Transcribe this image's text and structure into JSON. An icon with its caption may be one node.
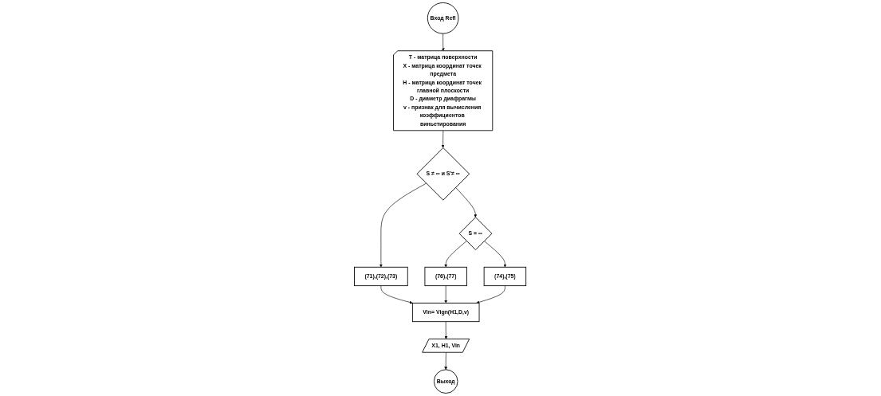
{
  "diagram": {
    "nodes": [
      {
        "text": [
          "Вход Refl"
        ]
      },
      {
        "text": [
          "T - матрица поверхности",
          "X - матрица координат точек предмета",
          "H - матрица координат точек главной плоскости",
          "D - диаметр диафрагмы",
          "v - признак для вычисления коэффициентов виньетирования"
        ]
      },
      {
        "text": [
          "S ≠ ∞ и S'≠ ∞"
        ]
      },
      {
        "text": [
          "S = ∞"
        ]
      },
      {
        "text": [
          "(71),(72),(73)"
        ]
      },
      {
        "text": [
          "(76),(77)"
        ]
      },
      {
        "text": [
          "(74),(75)"
        ]
      },
      {
        "text": [
          "Vin= Vign(H1,D,v)"
        ]
      },
      {
        "text": [
          "X1, H1, Vin"
        ]
      },
      {
        "text": [
          "Выход"
        ]
      }
    ],
    "edges": [
      {
        "from": 0,
        "to": 1,
        "arrow": "to"
      },
      {
        "from": 1,
        "to": 2,
        "arrow": "to"
      },
      {
        "from": 2,
        "to": 3,
        "arrow": "to"
      },
      {
        "from": 2,
        "to": 4,
        "arrow": "to"
      },
      {
        "from": 3,
        "to": 5,
        "arrow": "to"
      },
      {
        "from": 3,
        "to": 6,
        "arrow": "to"
      },
      {
        "from": 4,
        "to": 7,
        "arrow": "to"
      },
      {
        "from": 5,
        "to": 7,
        "arrow": "to"
      },
      {
        "from": 6,
        "to": 7,
        "arrow": "to"
      },
      {
        "from": 7,
        "to": 8,
        "arrow": "to"
      },
      {
        "from": 8,
        "to": 9,
        "arrow": "to"
      }
    ]
  }
}
